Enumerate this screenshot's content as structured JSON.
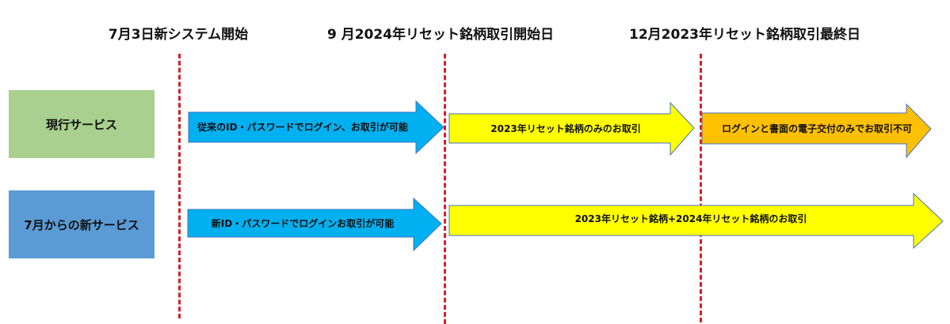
{
  "milestones": [
    "7月3日新システム開始",
    "9 月2024年リセット銘柄取引開始日",
    "12月2023年リセット銘柄取引最終日"
  ],
  "services": {
    "current": "現行サービス",
    "new": "7月からの新サービス"
  },
  "arrows": {
    "current_1": "従来のID・パスワードでログイン、お取引が可能",
    "current_2": "2023年リセット銘柄のみのお取引",
    "current_3": "ログインと書面の電子交付のみでお取引不可",
    "new_1": "新ID・パスワードでログインお取引が可能",
    "new_2": "2023年リセット銘柄+2024年リセット銘柄のお取引"
  },
  "colors": {
    "blue_arrow": "#00b0f0",
    "yellow_arrow": "#ffff00",
    "orange_arrow": "#ffc000",
    "divider": "#d81f26",
    "current_box": "#a9d08e",
    "new_box": "#5b9bd5"
  }
}
